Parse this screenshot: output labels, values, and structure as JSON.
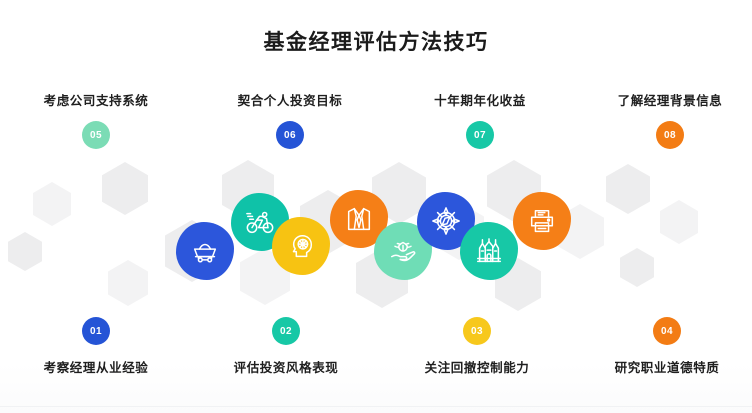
{
  "title": "基金经理评估方法技巧",
  "colors": {
    "blue": "#2C56DB",
    "blue_badge": "#2554D6",
    "teal": "#0FC2A8",
    "teal_light": "#6FDDB6",
    "mint_badge": "#7BDCB5",
    "yellow": "#F7C312",
    "yellow_badge": "#F7C81C",
    "orange": "#F57F17",
    "orange_badge": "#F37C14",
    "emerald": "#17C8A6",
    "hex_gray": "#ededee",
    "text_dark": "#1f1f1f"
  },
  "steps": [
    {
      "number": "01",
      "label": "考察经理从业经验",
      "position": "bottom",
      "badge_color": "#2554D6",
      "circle_color": "#2C56DB",
      "icon": "mine-cart-icon"
    },
    {
      "number": "02",
      "label": "评估投资风格表现",
      "position": "bottom",
      "badge_color": "#17C8A6",
      "circle_color": "#0FC2A8",
      "icon": "cyclist-icon"
    },
    {
      "number": "03",
      "label": "关注回撤控制能力",
      "position": "bottom",
      "badge_color": "#F7C81C",
      "circle_color": "#F7C312",
      "icon": "head-brain-icon"
    },
    {
      "number": "04",
      "label": "研究职业道德特质",
      "position": "bottom",
      "badge_color": "#F37C14",
      "circle_color": "#F57F17",
      "icon": "suit-jacket-icon"
    },
    {
      "number": "05",
      "label": "考虑公司支持系统",
      "position": "top",
      "badge_color": "#7BDCB5",
      "circle_color": "#6FDDB6",
      "icon": "hand-plant-icon"
    },
    {
      "number": "06",
      "label": "契合个人投资目标",
      "position": "top",
      "badge_color": "#2554D6",
      "circle_color": "#2C56DB",
      "icon": "compass-icon"
    },
    {
      "number": "07",
      "label": "十年期年化收益",
      "position": "top",
      "badge_color": "#17C8A6",
      "circle_color": "#17C8A6",
      "icon": "castle-icon"
    },
    {
      "number": "08",
      "label": "了解经理背景信息",
      "position": "top",
      "badge_color": "#F37C14",
      "circle_color": "#F57F17",
      "icon": "printer-icon"
    }
  ]
}
